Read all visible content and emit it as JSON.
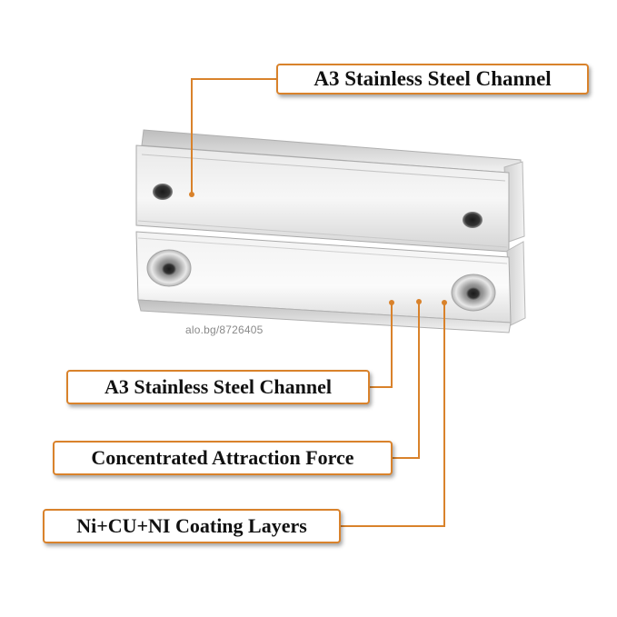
{
  "callouts": {
    "top_label": "A3 Stainless Steel Channel",
    "bottom_label_1": "A3 Stainless Steel Channel",
    "bottom_label_2": "Concentrated Attraction Force",
    "bottom_label_3": "Ni+CU+NI Coating Layers"
  },
  "watermark": "alo.bg/8726405",
  "colors": {
    "leader": "#d9822b",
    "border": "#d9822b",
    "background": "#ffffff"
  }
}
